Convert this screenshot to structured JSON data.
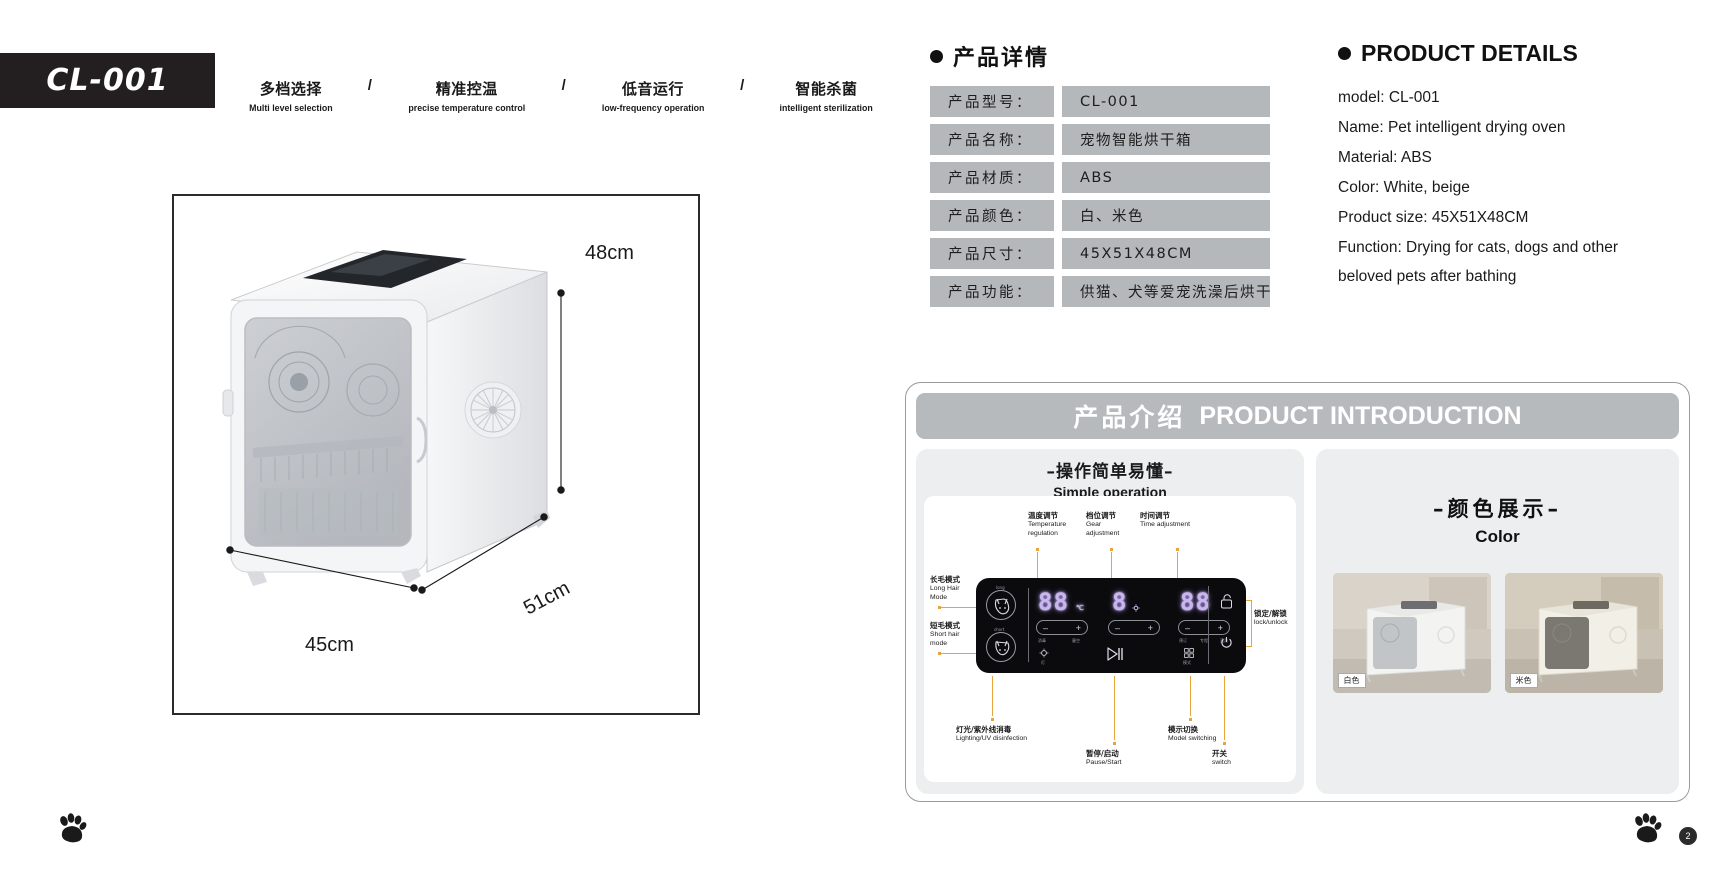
{
  "header": {
    "model_badge": "CL-001",
    "features": [
      {
        "cn": "多档选择",
        "en": "Multi level selection"
      },
      {
        "cn": "精准控温",
        "en": "precise temperature control"
      },
      {
        "cn": "低音运行",
        "en": "low-frequency operation"
      },
      {
        "cn": "智能杀菌",
        "en": "intelligent sterilization"
      }
    ],
    "separator": "/"
  },
  "product_image": {
    "dim_height": "48cm",
    "dim_width": "45cm",
    "dim_depth": "51cm"
  },
  "spec_table": {
    "title": "产品详情",
    "rows": [
      {
        "key": "产品型号：",
        "value": "CL-001"
      },
      {
        "key": "产品名称：",
        "value": "宠物智能烘干箱"
      },
      {
        "key": "产品材质：",
        "value": "ABS"
      },
      {
        "key": "产品颜色：",
        "value": "白、米色"
      },
      {
        "key": "产品尺寸：",
        "value": "45X51X48CM"
      },
      {
        "key": "产品功能：",
        "value": "供猫、犬等爱宠洗澡后烘干"
      }
    ]
  },
  "english_details": {
    "title": "PRODUCT DETAILS",
    "lines": [
      "model: CL-001",
      "Name: Pet intelligent drying oven",
      "Material: ABS",
      "Color: White, beige",
      "Product size: 45X51X48CM",
      "Function: Drying for cats, dogs and other",
      "beloved pets after bathing"
    ]
  },
  "introduction": {
    "header_cn": "产品介绍",
    "header_en": "PRODUCT INTRODUCTION",
    "operation": {
      "title_cn": "–操作简单易懂–",
      "title_en": "Simple operation",
      "callouts": {
        "temperature": {
          "cn": "温度调节",
          "en": "Temperature regulation"
        },
        "gear": {
          "cn": "档位调节",
          "en": "Gear adjustment"
        },
        "time": {
          "cn": "时间调节",
          "en": "Time adjustment"
        },
        "long_hair": {
          "cn": "长毛模式",
          "en": "Long Hair Mode"
        },
        "short_hair": {
          "cn": "短毛模式",
          "en": "Short hair mode"
        },
        "lock": {
          "cn": "锁定/解锁",
          "en": "lock/unlock"
        },
        "lighting": {
          "cn": "灯光/紫外线消毒",
          "en": "Lighting/UV disinfection"
        },
        "model_switch": {
          "cn": "模示切换",
          "en": "Model switching"
        },
        "pause_start": {
          "cn": "暂停/启动",
          "en": "Pause/Start"
        },
        "switch": {
          "cn": "开关",
          "en": "switch"
        }
      },
      "display": {
        "temp_value": "88",
        "temp_unit": "℃",
        "gear_value": "8",
        "time_value": "88",
        "minus": "–",
        "plus": "+",
        "temp_pill_left": "消毒",
        "temp_pill_right": "童空",
        "time_pill_left": "预订",
        "time_pill_mid": "专程",
        "time_pill_right": "蓝洗",
        "lamp_label": "灯",
        "mode_label": "模式",
        "long_tag": "long",
        "short_tag": "short"
      }
    },
    "color": {
      "title_cn": "–颜色展示–",
      "title_en": "Color",
      "swatches": [
        {
          "tag": "白色"
        },
        {
          "tag": "米色"
        }
      ]
    }
  },
  "footer": {
    "page_number": "2"
  }
}
